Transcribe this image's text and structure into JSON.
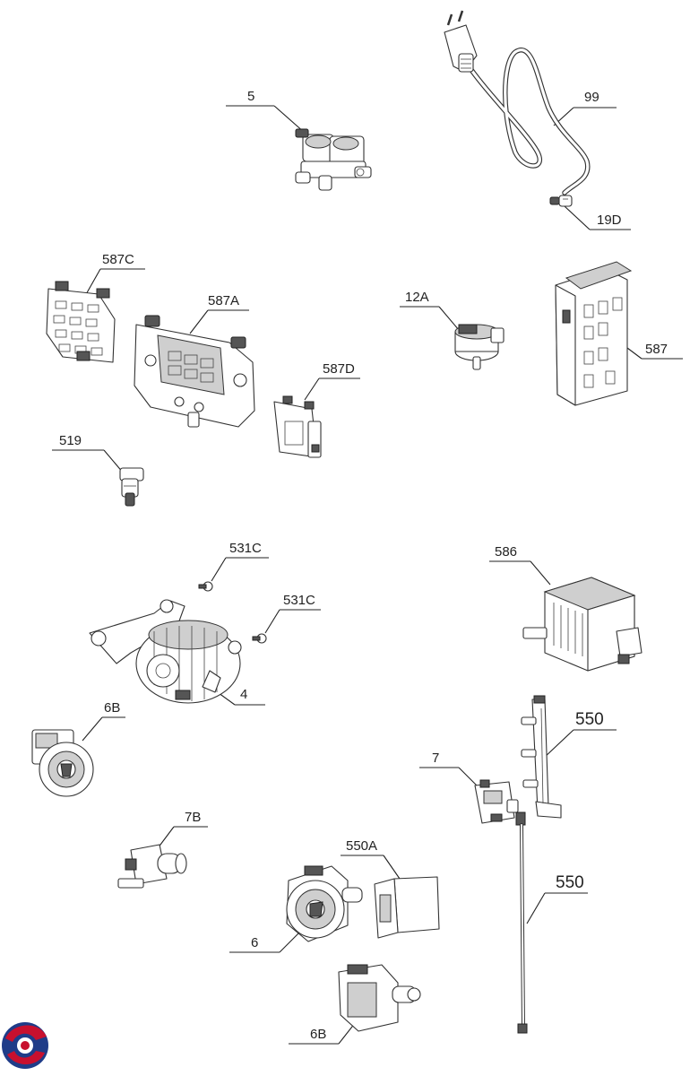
{
  "parts": [
    {
      "id": "p5",
      "label": "5",
      "icon": "water-inlet-valve-icon"
    },
    {
      "id": "p99",
      "label": "99",
      "icon": "power-cord-icon"
    },
    {
      "id": "p19D",
      "label": "19D",
      "icon": "cable-clip-icon"
    },
    {
      "id": "p587C",
      "label": "587C",
      "icon": "control-module-icon"
    },
    {
      "id": "p587A",
      "label": "587A",
      "icon": "main-control-board-icon"
    },
    {
      "id": "p587D",
      "label": "587D",
      "icon": "electronic-module-icon"
    },
    {
      "id": "p12A",
      "label": "12A",
      "icon": "pressure-switch-icon"
    },
    {
      "id": "p587",
      "label": "587",
      "icon": "control-housing-icon"
    },
    {
      "id": "p519",
      "label": "519",
      "icon": "sensor-icon"
    },
    {
      "id": "p531C_1",
      "label": "531C",
      "icon": "screw-icon"
    },
    {
      "id": "p531C_2",
      "label": "531C",
      "icon": "screw-icon"
    },
    {
      "id": "p586",
      "label": "586",
      "icon": "filter-module-icon"
    },
    {
      "id": "p4",
      "label": "4",
      "icon": "motor-icon"
    },
    {
      "id": "p6B_1",
      "label": "6B",
      "icon": "drain-pump-icon"
    },
    {
      "id": "p550_1",
      "label": "550",
      "icon": "wiring-harness-icon"
    },
    {
      "id": "p7",
      "label": "7",
      "icon": "door-lock-icon"
    },
    {
      "id": "p7B",
      "label": "7B",
      "icon": "hose-connector-icon"
    },
    {
      "id": "p550A",
      "label": "550A",
      "icon": "connector-block-icon"
    },
    {
      "id": "p550_2",
      "label": "550",
      "icon": "wiring-harness-icon"
    },
    {
      "id": "p6",
      "label": "6",
      "icon": "drain-pump-icon"
    },
    {
      "id": "p6B_2",
      "label": "6B",
      "icon": "drain-pump-icon"
    }
  ],
  "logo": {
    "icon": "brand-logo-icon",
    "colors": [
      "#c8102e",
      "#1f3c88"
    ]
  }
}
